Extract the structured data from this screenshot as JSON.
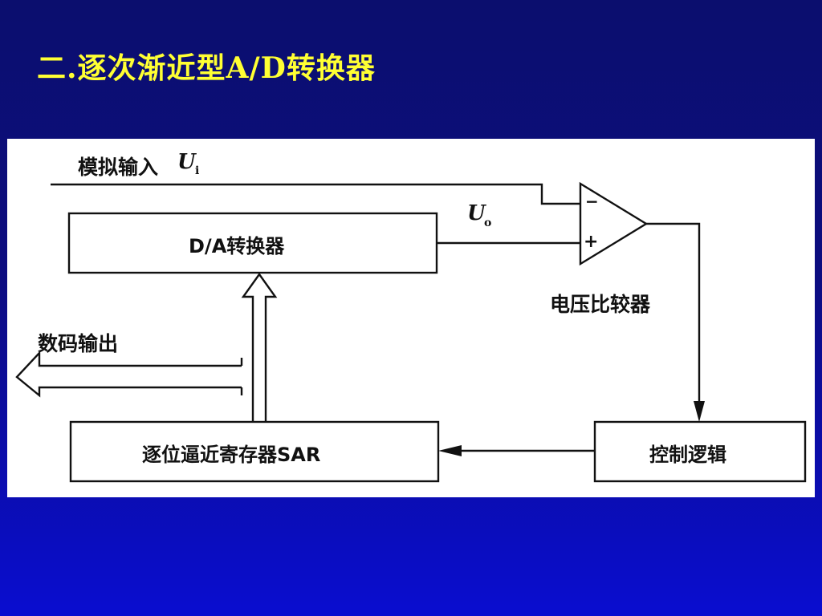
{
  "slide": {
    "title": "二.逐次渐近型A/D转换器"
  },
  "diagram": {
    "input_label": "模拟输入",
    "input_symbol": "U",
    "input_subscript": "i",
    "output_symbol": "U",
    "output_subscript": "o",
    "dac_label": "D/A转换器",
    "comparator_label": "电压比较器",
    "comparator_minus": "−",
    "comparator_plus": "+",
    "digital_output_label": "数码输出",
    "sar_label": "逐位逼近寄存器SAR",
    "control_label": "控制逻辑"
  },
  "colors": {
    "background_top": "#0b0e6e",
    "background_bottom": "#0a0dd0",
    "title": "#ffff33",
    "diagram_background": "#ffffff",
    "line": "#111111"
  }
}
